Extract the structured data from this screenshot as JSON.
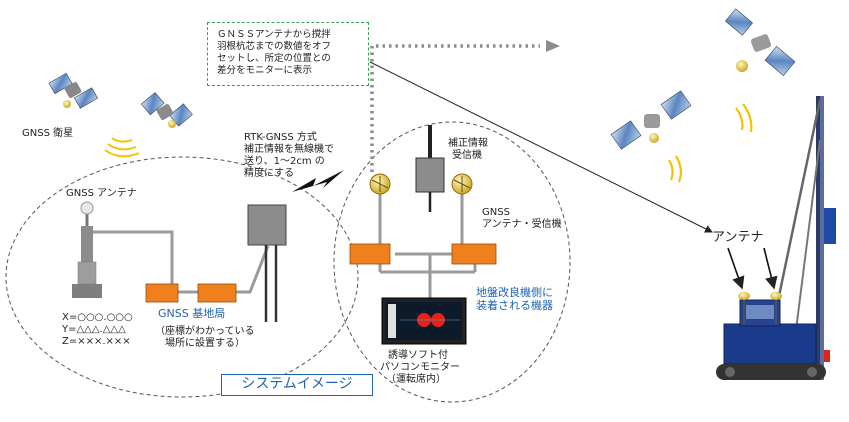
{
  "note": {
    "lines": [
      "ＧＮＳＳアンテナから撹拌",
      "羽根杭芯までの数値をオフ",
      "セットし、所定の位置との",
      "差分をモニターに表示"
    ]
  },
  "labels": {
    "gnss_satellite": "GNSS 衛星",
    "gnss_antenna": "GNSS アンテナ",
    "coord_x": "X=○○○.○○○",
    "coord_y": "Y=△△△.△△△",
    "coord_z": "Z=×××.×××",
    "base_station": "GNSS 基地局",
    "base_station_note_1": "（座標がわかっている",
    "base_station_note_2": "場所に設置する）",
    "rtk_lines": [
      "RTK-GNSS 方式",
      "補正情報を無線機で",
      "送り、1～2cm の",
      "精度にする"
    ],
    "correction_receiver_1": "補正情報",
    "correction_receiver_2": "受信機",
    "antenna_receiver_1": "GNSS",
    "antenna_receiver_2": "アンテナ・受信機",
    "mounted_1": "地盤改良機側に",
    "mounted_2": "装着される機器",
    "pc_lines": [
      "誘導ソフト付",
      "パソコンモニター",
      "（運転席内）"
    ],
    "system_image": "システムイメージ",
    "antenna": "アンテナ"
  },
  "colors": {
    "orange_box": "#f07f1e",
    "blue_text": "#1f63b6",
    "green_dash": "#3aa34a",
    "gray_box": "#8c8c8c",
    "machine_blue": "#1a3a8c"
  }
}
